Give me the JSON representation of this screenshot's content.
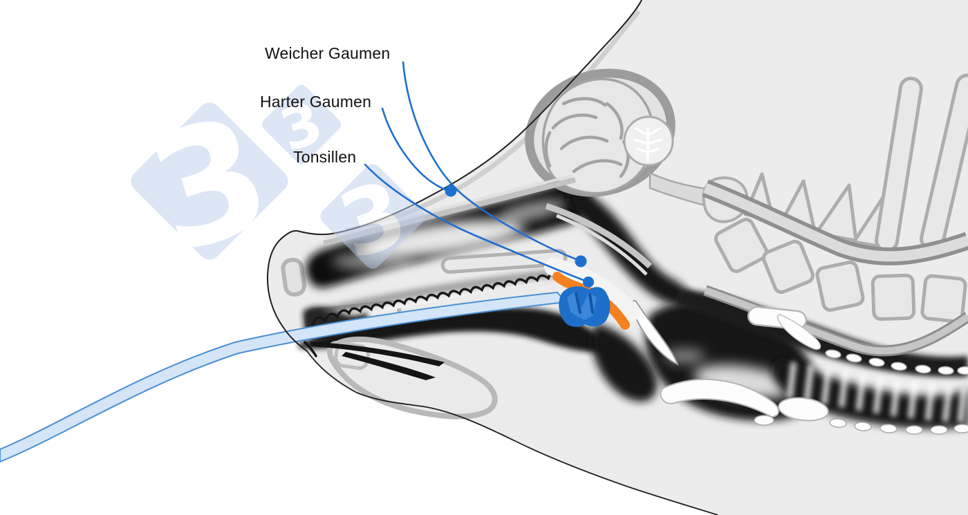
{
  "figure": {
    "type": "anatomical-diagram",
    "subject": "pig head sagittal section with oral swab at the tonsils of the soft palate"
  },
  "labels": {
    "weicher": "Weicher Gaumen",
    "harter": "Harter Gaumen",
    "tonsillen": "Tonsillen"
  },
  "watermark": {
    "digit": "3"
  },
  "colors": {
    "leader_blue": "#1e6fd0",
    "tonsil_orange": "#f48020",
    "swab_sponge_blue": "#1d6fc9",
    "swab_rod_fill": "#d3e5f7",
    "swab_rod_edge": "#4a8fd4",
    "watermark_blue": "#bccfeb",
    "label_text": "#111111",
    "head_fill": "#ececec",
    "outline_black": "#1f1f1f",
    "bone_gray": "#adadad",
    "dark_tissue": "#111111"
  }
}
